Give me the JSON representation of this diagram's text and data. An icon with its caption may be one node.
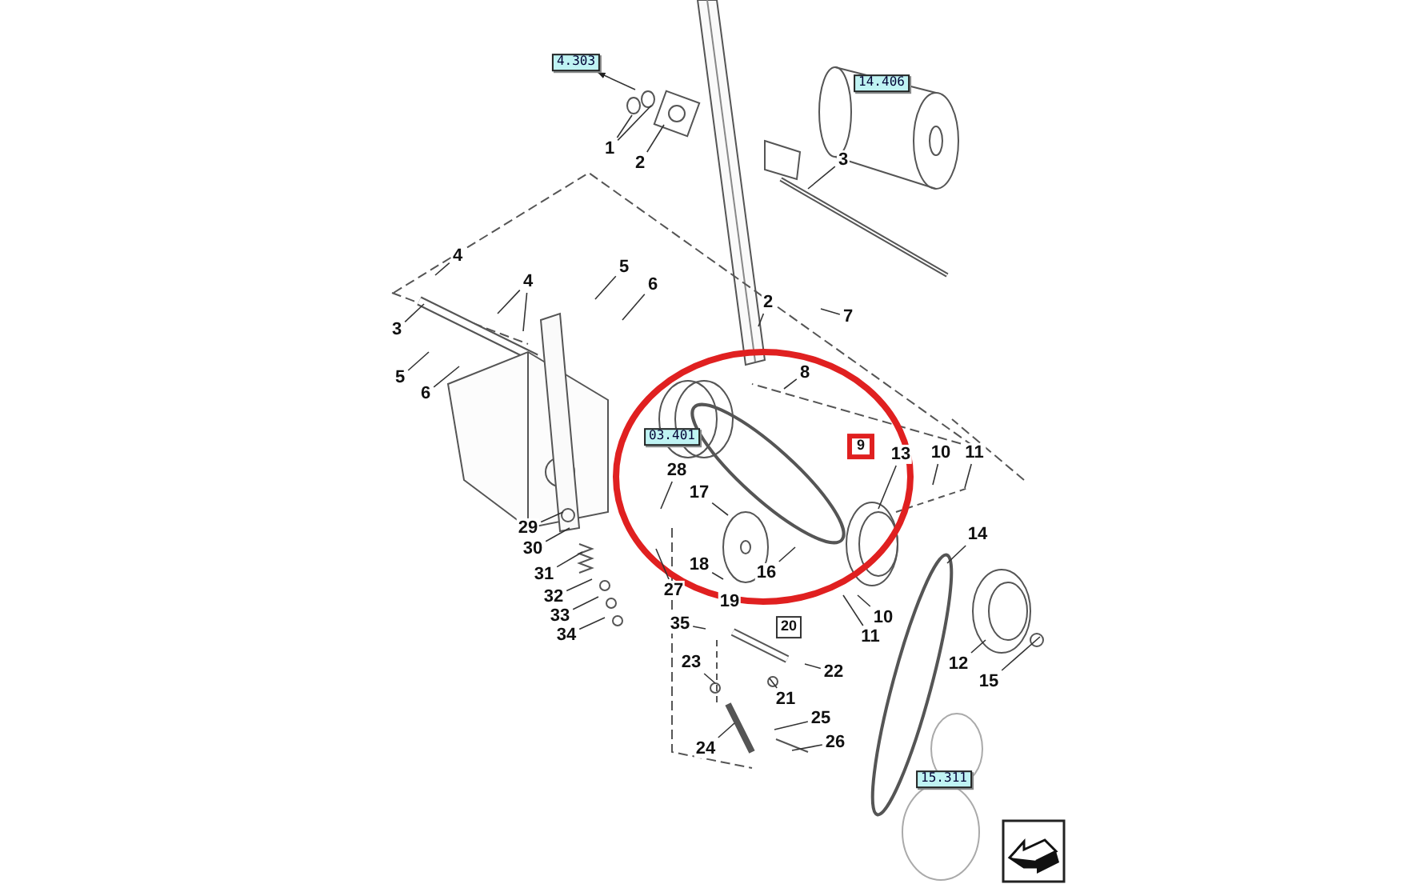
{
  "diagram": {
    "nodes": [
      {
        "text": [
          "4.303"
        ]
      },
      {
        "text": [
          "14.406"
        ]
      },
      {
        "text": [
          "1"
        ]
      },
      {
        "text": [
          "2"
        ]
      },
      {
        "text": [
          "3"
        ]
      },
      {
        "text": [
          "4"
        ]
      },
      {
        "text": [
          "3"
        ]
      },
      {
        "text": [
          "4"
        ]
      },
      {
        "text": [
          "5"
        ]
      },
      {
        "text": [
          "6"
        ]
      },
      {
        "text": [
          "5"
        ]
      },
      {
        "text": [
          "6"
        ]
      },
      {
        "text": [
          "2"
        ]
      },
      {
        "text": [
          "7"
        ]
      },
      {
        "text": [
          "8"
        ]
      },
      {
        "text": [
          "03.401"
        ]
      },
      {
        "text": [
          "9"
        ]
      },
      {
        "text": [
          "13"
        ]
      },
      {
        "text": [
          "10"
        ]
      },
      {
        "text": [
          "11"
        ]
      },
      {
        "text": [
          "28"
        ]
      },
      {
        "text": [
          "17"
        ]
      },
      {
        "text": [
          "14"
        ]
      },
      {
        "text": [
          "29"
        ]
      },
      {
        "text": [
          "30"
        ]
      },
      {
        "text": [
          "31"
        ]
      },
      {
        "text": [
          "18"
        ]
      },
      {
        "text": [
          "16"
        ]
      },
      {
        "text": [
          "27"
        ]
      },
      {
        "text": [
          "32"
        ]
      },
      {
        "text": [
          "10"
        ]
      },
      {
        "text": [
          "11"
        ]
      },
      {
        "text": [
          "33"
        ]
      },
      {
        "text": [
          "35"
        ]
      },
      {
        "text": [
          "34"
        ]
      },
      {
        "text": [
          "20"
        ]
      },
      {
        "text": [
          "23"
        ]
      },
      {
        "text": [
          "22"
        ]
      },
      {
        "text": [
          "21"
        ]
      },
      {
        "text": [
          "12"
        ]
      },
      {
        "text": [
          "15"
        ]
      },
      {
        "text": [
          "25"
        ]
      },
      {
        "text": [
          "26"
        ]
      },
      {
        "text": [
          "24"
        ]
      },
      {
        "text": [
          "15.311"
        ]
      },
      {
        "text": [
          "19"
        ]
      }
    ],
    "edges": [
      {
        "from": null,
        "to": 0,
        "arrow": "to"
      },
      {
        "from": 2,
        "to": null,
        "arrow": "none"
      },
      {
        "from": 2,
        "to": null,
        "arrow": "none"
      },
      {
        "from": 3,
        "to": null,
        "arrow": "none"
      },
      {
        "from": 4,
        "to": null,
        "arrow": "none"
      },
      {
        "from": 5,
        "to": null,
        "arrow": "none"
      },
      {
        "from": 6,
        "to": null,
        "arrow": "none"
      },
      {
        "from": 7,
        "to": null,
        "arrow": "none"
      },
      {
        "from": 7,
        "to": null,
        "arrow": "none"
      },
      {
        "from": 8,
        "to": null,
        "arrow": "none"
      },
      {
        "from": 9,
        "to": null,
        "arrow": "none"
      },
      {
        "from": 10,
        "to": null,
        "arrow": "none"
      },
      {
        "from": 11,
        "to": null,
        "arrow": "none"
      },
      {
        "from": 12,
        "to": null,
        "arrow": "none"
      },
      {
        "from": 13,
        "to": null,
        "arrow": "none"
      },
      {
        "from": 14,
        "to": null,
        "arrow": "none"
      },
      {
        "from": 17,
        "to": null,
        "arrow": "none"
      },
      {
        "from": 18,
        "to": null,
        "arrow": "none"
      },
      {
        "from": 19,
        "to": null,
        "arrow": "none"
      },
      {
        "from": 20,
        "to": null,
        "arrow": "none"
      },
      {
        "from": 21,
        "to": null,
        "arrow": "none"
      },
      {
        "from": 22,
        "to": null,
        "arrow": "none"
      },
      {
        "from": 23,
        "to": null,
        "arrow": "none"
      },
      {
        "from": 24,
        "to": null,
        "arrow": "none"
      },
      {
        "from": 25,
        "to": null,
        "arrow": "none"
      },
      {
        "from": 26,
        "to": null,
        "arrow": "none"
      },
      {
        "from": 27,
        "to": null,
        "arrow": "none"
      },
      {
        "from": 28,
        "to": null,
        "arrow": "none"
      },
      {
        "from": 29,
        "to": null,
        "arrow": "none"
      },
      {
        "from": 30,
        "to": null,
        "arrow": "none"
      },
      {
        "from": 31,
        "to": null,
        "arrow": "none"
      },
      {
        "from": 32,
        "to": null,
        "arrow": "none"
      },
      {
        "from": 33,
        "to": null,
        "arrow": "none"
      },
      {
        "from": 34,
        "to": null,
        "arrow": "none"
      },
      {
        "from": 36,
        "to": null,
        "arrow": "none"
      },
      {
        "from": 37,
        "to": null,
        "arrow": "none"
      },
      {
        "from": 38,
        "to": null,
        "arrow": "none"
      },
      {
        "from": 39,
        "to": null,
        "arrow": "none"
      },
      {
        "from": 40,
        "to": null,
        "arrow": "none"
      },
      {
        "from": 41,
        "to": null,
        "arrow": "none"
      },
      {
        "from": 42,
        "to": null,
        "arrow": "none"
      },
      {
        "from": 43,
        "to": null,
        "arrow": "none"
      }
    ],
    "labels": []
  }
}
